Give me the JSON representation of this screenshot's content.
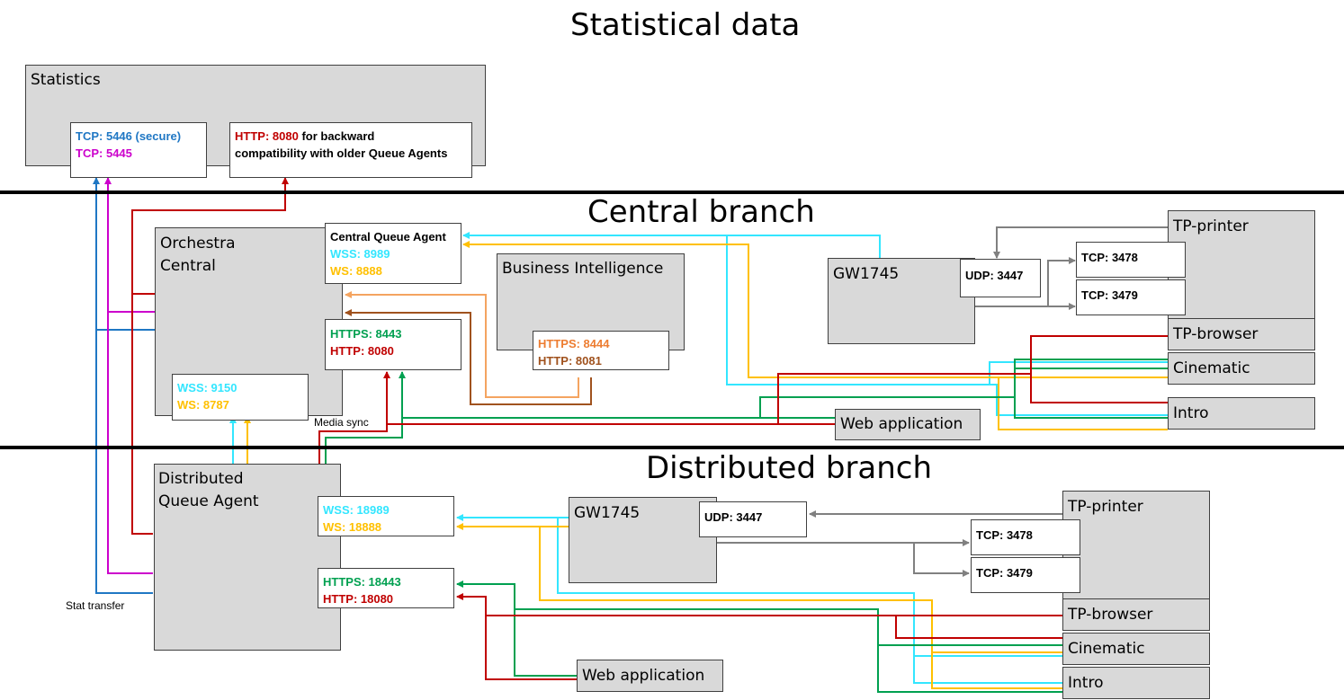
{
  "sections": {
    "statistical": "Statistical data",
    "central": "Central branch",
    "distributed": "Distributed branch"
  },
  "colors": {
    "blue": "#1f77c4",
    "magenta": "#cc00cc",
    "red": "#c00000",
    "green": "#00a050",
    "cyan": "#33e6ff",
    "yellow": "#ffc000",
    "orange_light": "#f4a460",
    "brown": "#a0521e",
    "gray": "#808080",
    "box_fill": "#d9d9d9"
  },
  "statistics": {
    "title": "Statistics",
    "tcp_secure_proto": "TCP:",
    "tcp_secure_value": "5446 (secure)",
    "tcp_proto": "TCP:",
    "tcp_value": "5445",
    "http_proto": "HTTP: 8080",
    "http_note_1": "for backward",
    "http_note_2": "compatibility with older Queue Agents"
  },
  "central": {
    "orchestra_line1": "Orchestra",
    "orchestra_line2": "Central",
    "cqa_title": "Central Queue Agent",
    "cqa_wss": "WSS: 8989",
    "cqa_ws": "WS: 8888",
    "https": "HTTPS: 8443",
    "http": "HTTP: 8080",
    "wss_9150": "WSS: 9150",
    "ws_8787": "WS: 8787",
    "bi_title": "Business Intelligence",
    "bi_https": "HTTPS: 8444",
    "bi_http": "HTTP: 8081",
    "gw_title": "GW1745",
    "gw_udp": "UDP: 3447",
    "tcp_3478": "TCP: 3478",
    "tcp_3479": "TCP: 3479",
    "tp_printer": "TP-printer",
    "tp_browser": "TP-browser",
    "cinematic": "Cinematic",
    "intro": "Intro",
    "web_app": "Web application",
    "media_sync": "Media sync"
  },
  "distributed": {
    "dqa_line1": "Distributed",
    "dqa_line2": "Queue Agent",
    "wss": "WSS: 18989",
    "ws": "WS: 18888",
    "https": "HTTPS: 18443",
    "http": "HTTP: 18080",
    "gw_title": "GW1745",
    "gw_udp": "UDP: 3447",
    "tcp_3478": "TCP: 3478",
    "tcp_3479": "TCP: 3479",
    "tp_printer": "TP-printer",
    "tp_browser": "TP-browser",
    "cinematic": "Cinematic",
    "intro": "Intro",
    "web_app": "Web application",
    "stat_transfer": "Stat transfer"
  }
}
